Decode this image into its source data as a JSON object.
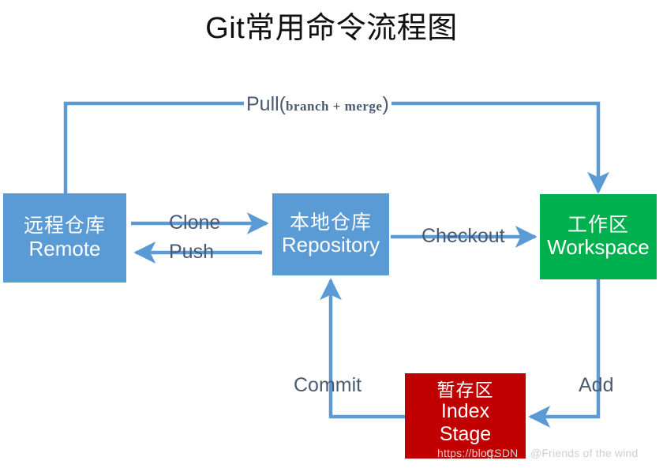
{
  "title": "Git常用命令流程图",
  "colors": {
    "blue": "#5B9BD5",
    "green": "#00B04F",
    "red": "#C00000",
    "arrow": "#5B9BD5",
    "label_text": "#4A5A70",
    "title_text": "#111111",
    "background": "#FFFFFF"
  },
  "nodes": {
    "remote": {
      "cn": "远程仓库",
      "en": "Remote",
      "color": "#5B9BD5"
    },
    "repository": {
      "cn": "本地仓库",
      "en": "Repository",
      "color": "#5B9BD5"
    },
    "workspace": {
      "cn": "工作区",
      "en": "Workspace",
      "color": "#00B04F"
    },
    "index": {
      "cn": "暂存区",
      "en": "Index",
      "en2": "Stage",
      "color": "#C00000"
    }
  },
  "edges": {
    "pull": {
      "label": "Pull(",
      "sub": "branch + merge",
      "label_end": ")",
      "from": "remote",
      "to": "workspace",
      "direction": "right-down"
    },
    "clone": {
      "label": "Clone",
      "from": "remote",
      "to": "repository",
      "direction": "right"
    },
    "push": {
      "label": "Push",
      "from": "repository",
      "to": "remote",
      "direction": "left"
    },
    "checkout": {
      "label": "Checkout",
      "from": "repository",
      "to": "workspace",
      "direction": "right"
    },
    "commit": {
      "label": "Commit",
      "from": "index",
      "to": "repository",
      "direction": "left-up"
    },
    "add": {
      "label": "Add",
      "from": "workspace",
      "to": "index",
      "direction": "down-left"
    }
  },
  "watermark": {
    "url": "https://blog.",
    "site": "CSDN",
    "author": "@Friends of the wind"
  },
  "chart_data": {
    "type": "diagram",
    "title": "Git常用命令流程图",
    "nodes": [
      "远程仓库 Remote",
      "本地仓库 Repository",
      "工作区 Workspace",
      "暂存区 Index Stage"
    ],
    "edges": [
      {
        "label": "Pull(branch + merge)",
        "source": "远程仓库 Remote",
        "target": "工作区 Workspace"
      },
      {
        "label": "Clone",
        "source": "远程仓库 Remote",
        "target": "本地仓库 Repository"
      },
      {
        "label": "Push",
        "source": "本地仓库 Repository",
        "target": "远程仓库 Remote"
      },
      {
        "label": "Checkout",
        "source": "本地仓库 Repository",
        "target": "工作区 Workspace"
      },
      {
        "label": "Add",
        "source": "工作区 Workspace",
        "target": "暂存区 Index Stage"
      },
      {
        "label": "Commit",
        "source": "暂存区 Index Stage",
        "target": "本地仓库 Repository"
      }
    ]
  }
}
